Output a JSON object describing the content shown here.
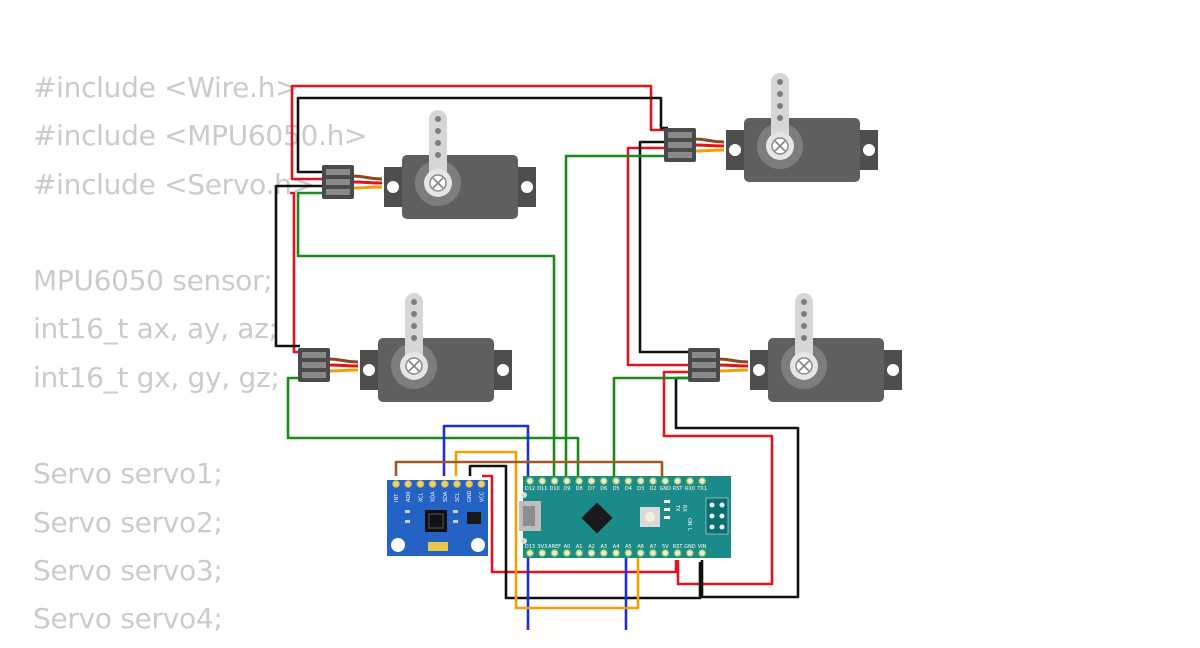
{
  "code_lines": [
    "#include <Wire.h>",
    "#include <MPU6050.h>",
    "#include <Servo.h>",
    "",
    "MPU6050 sensor;",
    "int16_t ax, ay, az;",
    "int16_t gx, gy, gz;",
    "",
    "Servo servo1;",
    "Servo servo2;",
    "Servo servo3;",
    "Servo servo4;"
  ],
  "mpu_pins": [
    "INT",
    "AD0",
    "XCL",
    "XDA",
    "SDA",
    "SCL",
    "GND",
    "VCC"
  ],
  "nano_top_pins": [
    "D12",
    "D11",
    "D10",
    "D9",
    "D8",
    "D7",
    "D6",
    "D5",
    "D4",
    "D3",
    "D2",
    "GND",
    "RST",
    "RX0",
    "TX1"
  ],
  "nano_bottom_pins": [
    "D13",
    "3V3",
    "AREF",
    "A0",
    "A1",
    "A2",
    "A3",
    "A4",
    "A5",
    "A6",
    "A7",
    "5V",
    "RST",
    "GND",
    "VIN"
  ],
  "nano_labels": {
    "tx": "TX",
    "rx": "RX",
    "on": "ON",
    "l": "L"
  },
  "colors": {
    "code_text": "#cbcbcb",
    "wire_red": "#e0141e",
    "wire_black": "#111111",
    "wire_green": "#1a8a1a",
    "wire_blue": "#1c2fd6",
    "wire_orange": "#f0a000",
    "wire_brown": "#9a5a2a",
    "mpu_board": "#2462c4",
    "nano_board": "#1d8a8a",
    "servo_body": "#5f5f5f"
  }
}
